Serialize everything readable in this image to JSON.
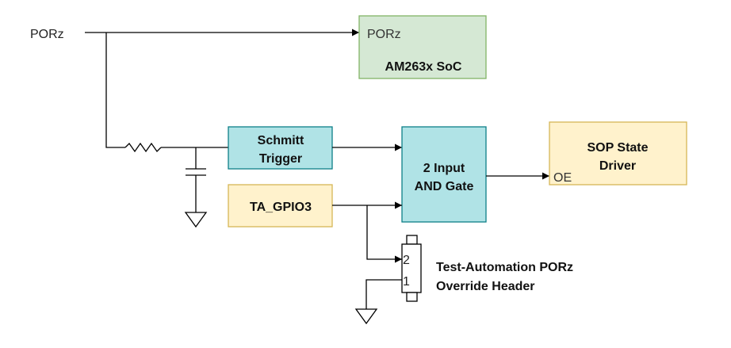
{
  "labels": {
    "porz_input": "PORz",
    "soc_porz_pin": "PORz",
    "soc_name": "AM263x SoC",
    "schmitt_line1": "Schmitt",
    "schmitt_line2": "Trigger",
    "and_line1": "2 Input",
    "and_line2": "AND Gate",
    "sop_line1": "SOP State",
    "sop_line2": "Driver",
    "oe_pin": "OE",
    "gpio": "TA_GPIO3",
    "header_pin2": "2",
    "header_pin1": "1",
    "header_line1": "Test-Automation PORz",
    "header_line2": "Override Header"
  },
  "colors": {
    "green_fill": "#d5e8d4",
    "green_stroke": "#82b366",
    "cyan_fill": "#b0e3e6",
    "cyan_stroke": "#0e8088",
    "yellow_fill": "#fff2cc",
    "yellow_stroke": "#d6b656",
    "wire": "#000000"
  }
}
